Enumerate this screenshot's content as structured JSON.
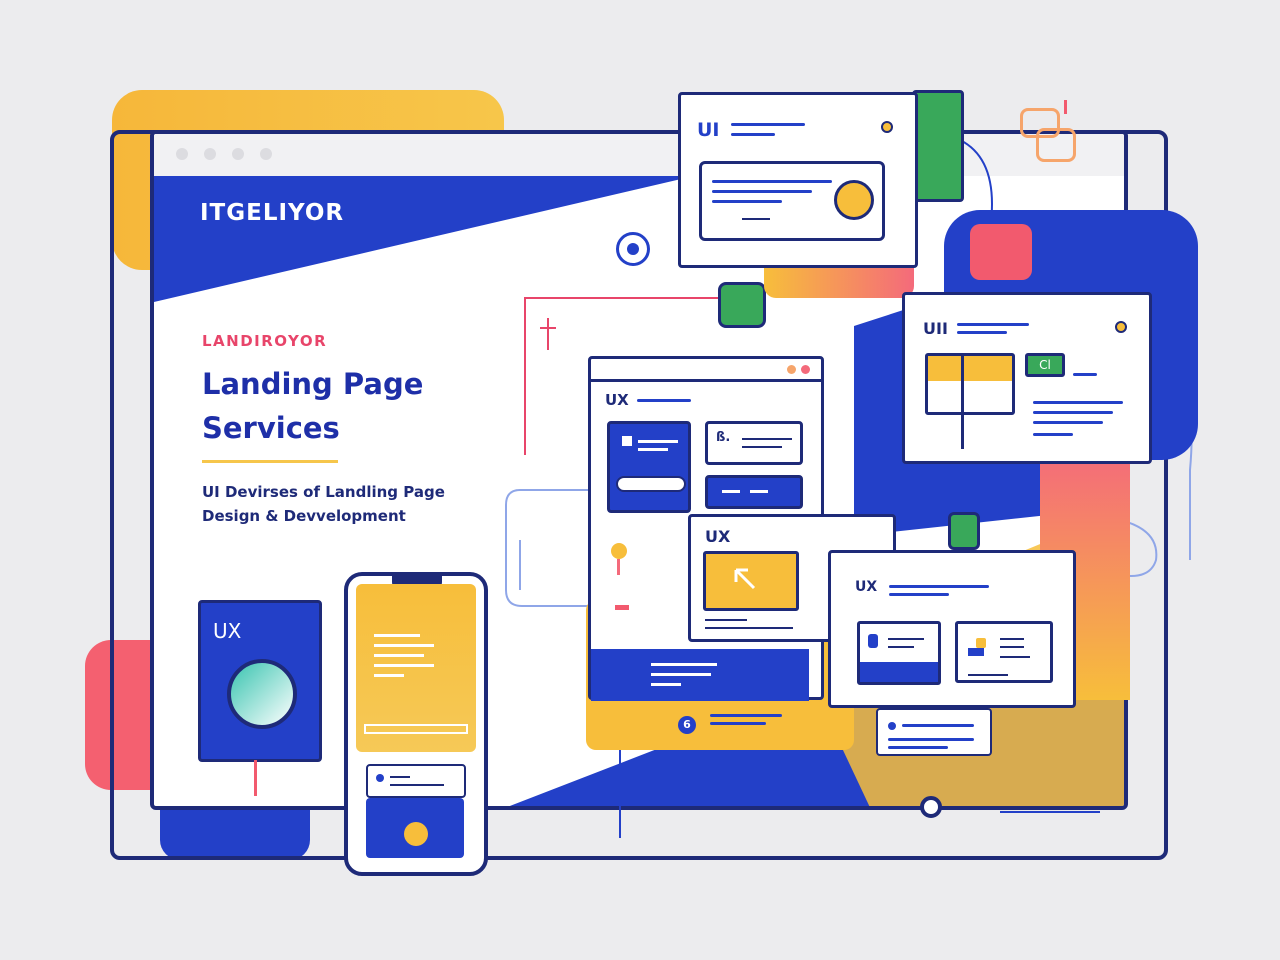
{
  "hero": {
    "brand": "ITGELIYOR",
    "eyebrow": "LANDIROYOR",
    "title_line1": "Landing Page",
    "title_line2": "Services",
    "subtitle_line1": "UI Devirses of Landling Page",
    "subtitle_line2": "Design & Devvelopment"
  },
  "cards": {
    "ui_top": "UI",
    "ui_right": "UII",
    "ux_browser": "UX",
    "ux_popup": "UX",
    "ux_wide": "UX",
    "ux_mobile": "UX",
    "cl_button": "Cl",
    "icon_code": "ß.",
    "num_badge": "6"
  },
  "colors": {
    "primary_blue": "#2340c8",
    "navy": "#1e2a78",
    "yellow": "#f7be3b",
    "coral": "#f25a6e",
    "green": "#39a85a"
  }
}
